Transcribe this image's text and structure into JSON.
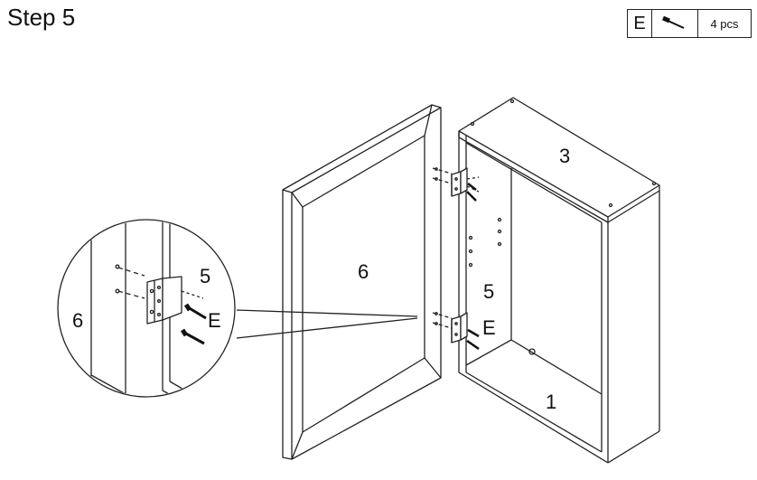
{
  "step": {
    "title": "Step 5"
  },
  "parts": {
    "letter": "E",
    "icon": "screw-icon",
    "quantity": "4 pcs"
  },
  "labels": {
    "door": "6",
    "cabinet_top": "3",
    "cabinet_side": "5",
    "cabinet_bottom": "1",
    "screw_main": "E",
    "detail_door": "6",
    "detail_side": "5",
    "detail_screw": "E"
  }
}
